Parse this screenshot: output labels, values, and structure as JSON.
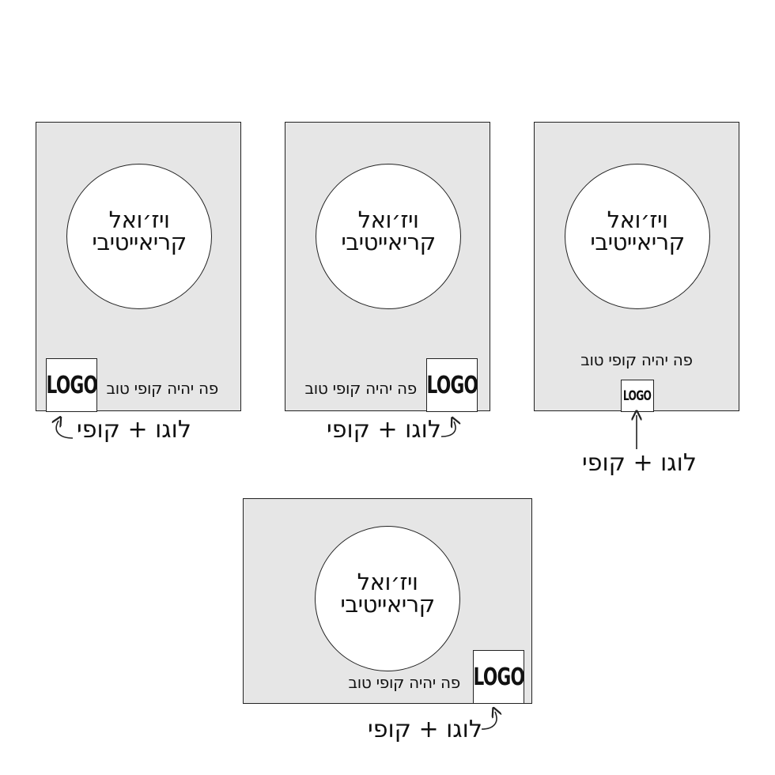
{
  "layouts": [
    {
      "visual_line1": "ויז׳ואל",
      "visual_line2": "קריאייטיבי",
      "logo": "LOGO",
      "copy": "פה יהיה קופי טוב",
      "caption": "לוגו + קופי"
    },
    {
      "visual_line1": "ויז׳ואל",
      "visual_line2": "קריאייטיבי",
      "logo": "LOGO",
      "copy": "פה יהיה קופי טוב",
      "caption": "לוגו + קופי"
    },
    {
      "visual_line1": "ויז׳ואל",
      "visual_line2": "קריאייטיבי",
      "logo": "LOGO",
      "copy": "פה יהיה קופי טוב",
      "caption": "לוגו + קופי"
    },
    {
      "visual_line1": "ויז׳ואל",
      "visual_line2": "קריאייטיבי",
      "logo": "LOGO",
      "copy": "פה יהיה קופי טוב",
      "caption": "לוגו + קופי"
    }
  ],
  "colors": {
    "panel": "#e6e6e6",
    "stroke": "#222222",
    "circle": "#ffffff"
  },
  "icons": [
    "curved-arrow-icon",
    "up-arrow-icon"
  ]
}
